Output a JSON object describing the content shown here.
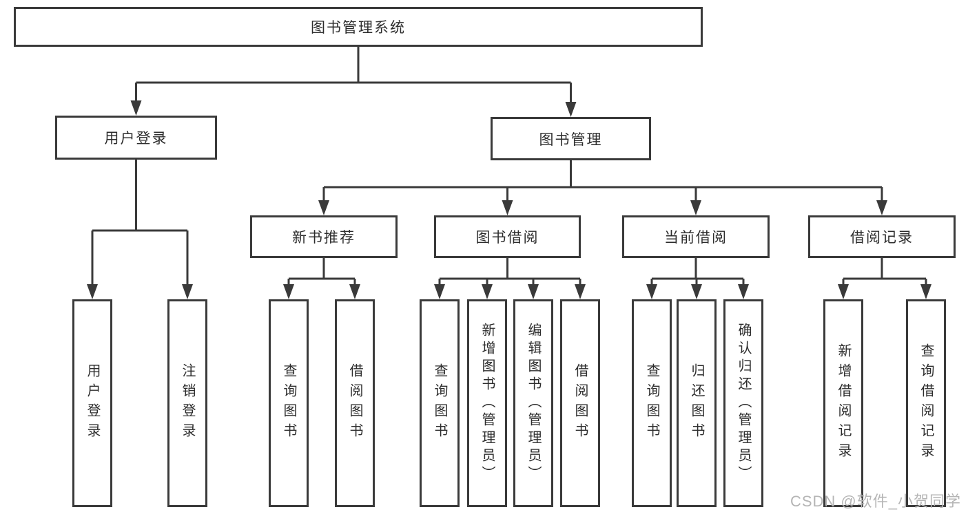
{
  "diagram": {
    "root": {
      "label": "图书管理系统"
    },
    "user_login_branch": {
      "label": "用户登录",
      "children": [
        {
          "label": "用户登录"
        },
        {
          "label": "注销登录"
        }
      ]
    },
    "book_mgmt_branch": {
      "label": "图书管理",
      "new_book": {
        "label": "新书推荐",
        "children": [
          {
            "label": "查询图书"
          },
          {
            "label": "借阅图书"
          }
        ]
      },
      "borrowing": {
        "label": "图书借阅",
        "children": [
          {
            "label": "查询图书"
          },
          {
            "label": "新增图书（管理员）"
          },
          {
            "label": "编辑图书（管理员）"
          },
          {
            "label": "借阅图书"
          }
        ]
      },
      "current": {
        "label": "当前借阅",
        "children": [
          {
            "label": "查询图书"
          },
          {
            "label": "归还图书"
          },
          {
            "label": "确认归还（管理员）"
          }
        ]
      },
      "records": {
        "label": "借阅记录",
        "children": [
          {
            "label": "新增借阅记录"
          },
          {
            "label": "查询借阅记录"
          }
        ]
      }
    }
  },
  "watermark": "CSDN @软件_小贺同学",
  "colors": {
    "line": "#3a3a3a",
    "box_border": "#3a3a3a",
    "text": "#2d2d2d",
    "watermark": "#b5b5b5",
    "background": "#ffffff"
  }
}
